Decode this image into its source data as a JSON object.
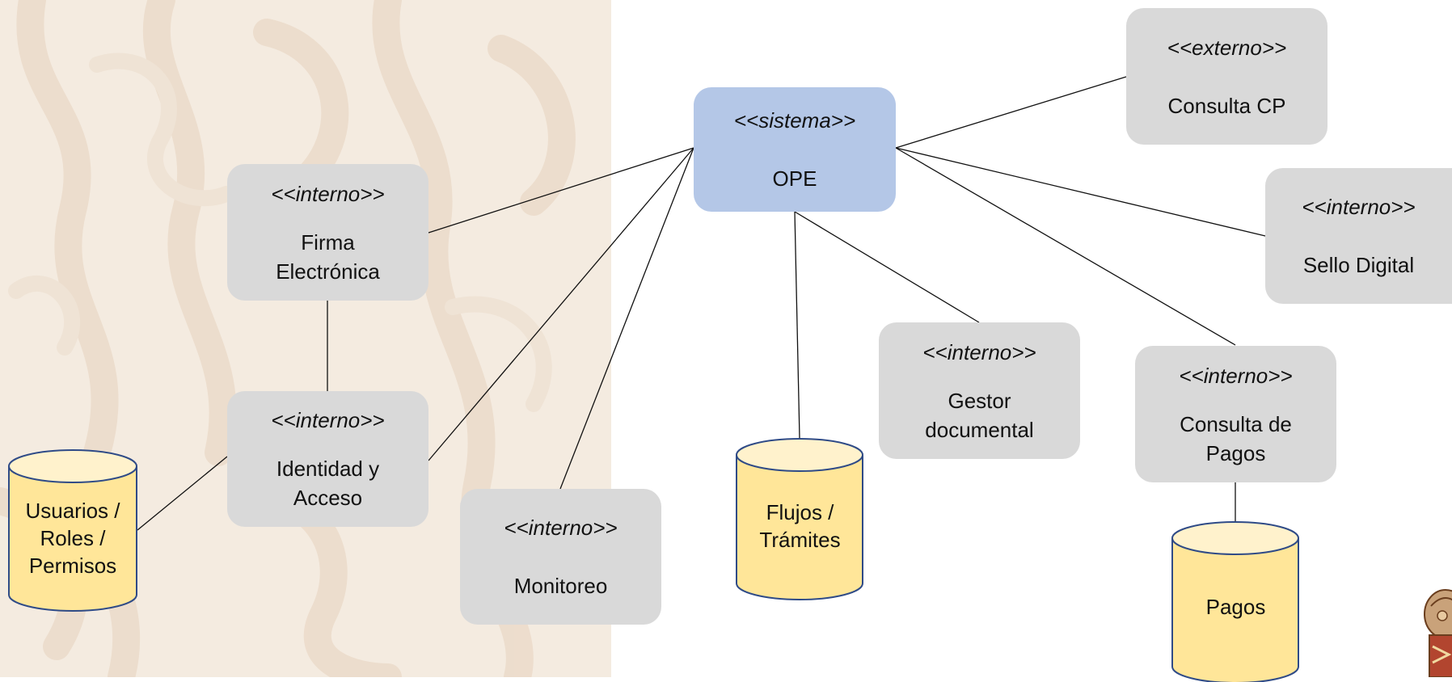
{
  "colors": {
    "system_fill": "#b4c7e7",
    "component_fill": "#d9d9d9",
    "datastore_fill": "#ffe699",
    "datastore_stroke": "#2f4b87",
    "background_pattern": "#f4ebe0",
    "connector": "#111111"
  },
  "system": {
    "stereotype": "<<sistema>>",
    "name": "OPE"
  },
  "components": {
    "consulta_cp": {
      "stereotype": "<<externo>>",
      "name": "Consulta CP"
    },
    "sello_digital": {
      "stereotype": "<<interno>>",
      "name": "Sello Digital"
    },
    "firma_electronica": {
      "stereotype": "<<interno>>",
      "name_line1": "Firma",
      "name_line2": "Electrónica"
    },
    "identidad_acceso": {
      "stereotype": "<<interno>>",
      "name_line1": "Identidad y",
      "name_line2": "Acceso"
    },
    "monitoreo": {
      "stereotype": "<<interno>>",
      "name": "Monitoreo"
    },
    "gestor_documental": {
      "stereotype": "<<interno>>",
      "name_line1": "Gestor",
      "name_line2": "documental"
    },
    "consulta_pagos": {
      "stereotype": "<<interno>>",
      "name_line1": "Consulta de",
      "name_line2": "Pagos"
    }
  },
  "datastores": {
    "usuarios": {
      "line1": "Usuarios /",
      "line2": "Roles /",
      "line3": "Permisos"
    },
    "flujos": {
      "line1": "Flujos /",
      "line2": "Trámites"
    },
    "pagos": {
      "line1": "Pagos"
    }
  }
}
